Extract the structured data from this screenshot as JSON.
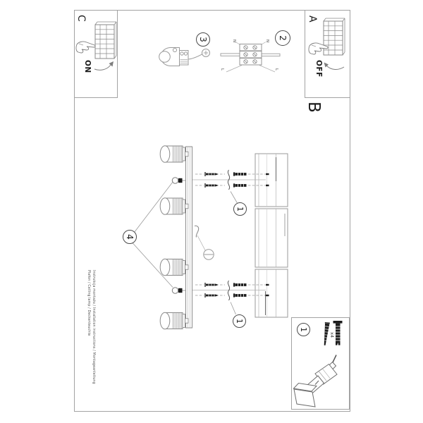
{
  "document": {
    "footer_line1": "Instrukcja montażu / Installation instructions / Montageanleitung",
    "footer_line2": "Plafon / Ceiling lamp / Deckenleuchte"
  },
  "steps": {
    "a_label": "A",
    "b_label": "B",
    "c_label": "C",
    "power_off": "OFF",
    "power_on": "ON",
    "callout_1": "1",
    "callout_2": "2",
    "callout_3": "3",
    "callout_4": "4"
  },
  "parts": {
    "callout": "1",
    "screw_qty": "x4"
  },
  "wiring": {
    "neutral": "N",
    "live": "L"
  },
  "colors": {
    "line": "#8a8a8a",
    "dark_fill": "#1c1c1c",
    "page_border": "#a3a3a3",
    "text": "#1a1a1a"
  }
}
